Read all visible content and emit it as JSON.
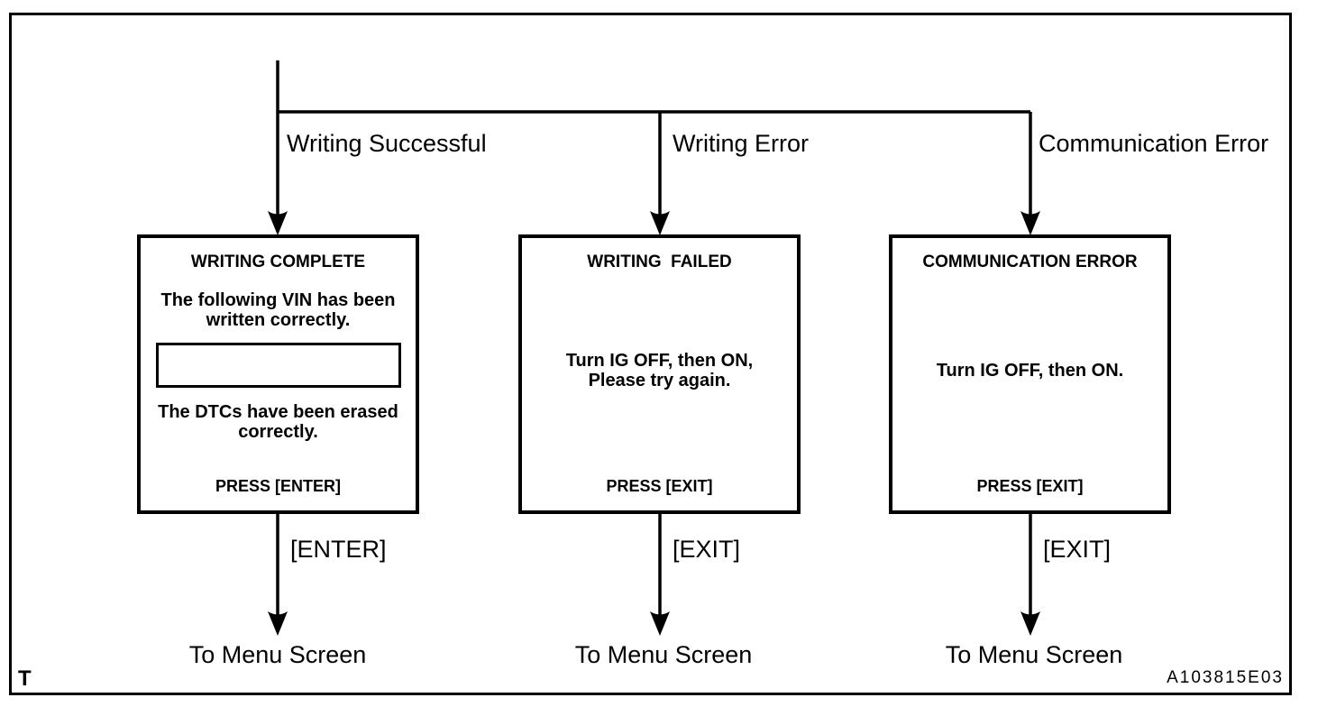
{
  "figure": {
    "corner_label": "T",
    "figure_id": "A103815E03"
  },
  "colors": {
    "line": "#000000",
    "background": "#ffffff"
  },
  "branches": [
    {
      "condition": "Writing Successful",
      "screen": {
        "title": "WRITING COMPLETE",
        "message_top_lines": [
          "The following VIN has been",
          "written correctly."
        ],
        "vin_field_value": "",
        "message_bottom_lines": [
          "The DTCs have been erased",
          "correctly."
        ],
        "press_label": "PRESS [ENTER]"
      },
      "key_label": "[ENTER]",
      "destination": "To Menu Screen"
    },
    {
      "condition": "Writing Error",
      "screen": {
        "title": "WRITING  FAILED",
        "message_lines": [
          "Turn IG OFF, then ON,",
          "Please try again."
        ],
        "press_label": "PRESS [EXIT]"
      },
      "key_label": "[EXIT]",
      "destination": "To Menu Screen"
    },
    {
      "condition": "Communication Error",
      "screen": {
        "title": "COMMUNICATION ERROR",
        "message_lines": [
          "Turn IG OFF, then ON."
        ],
        "press_label": "PRESS [EXIT]"
      },
      "key_label": "[EXIT]",
      "destination": "To Menu Screen"
    }
  ]
}
